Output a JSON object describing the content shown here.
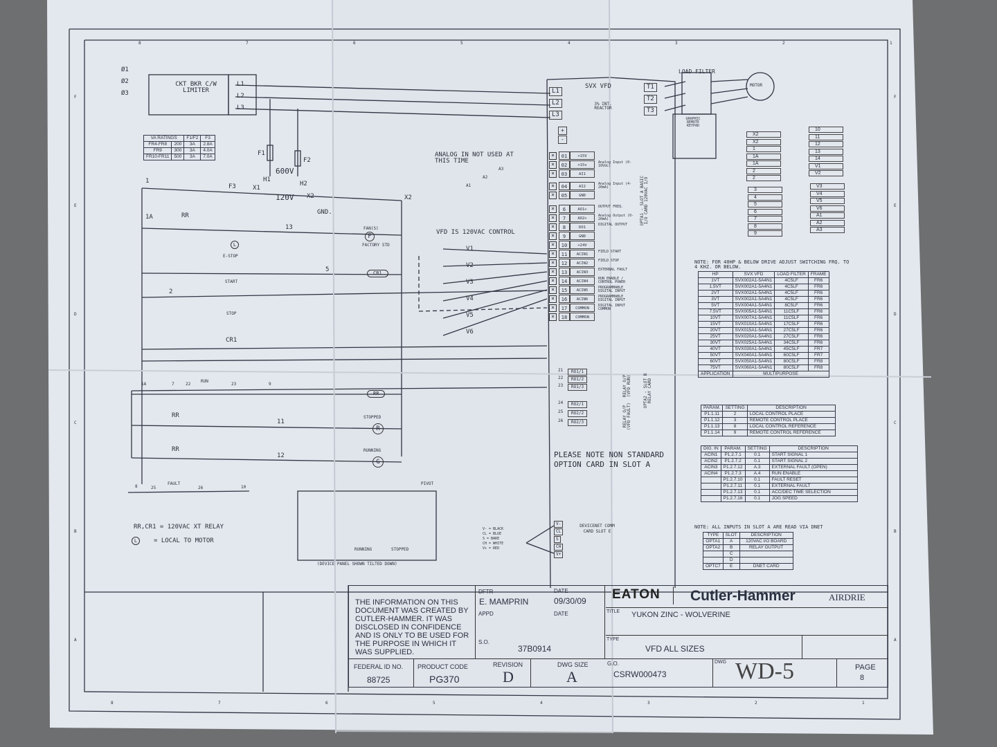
{
  "drawing": {
    "left": {
      "phases": [
        "Ø1",
        "Ø2",
        "Ø3"
      ],
      "breaker_label": "CKT BKR C/W LIMITER",
      "lines": [
        "L1",
        "L2",
        "L3"
      ],
      "va_table": {
        "headers": [
          "VA RATINGS",
          "F1/F2",
          "F3"
        ],
        "rows": [
          [
            "FR4-FR8",
            "200",
            "3A",
            "2.8A"
          ],
          [
            "FR9",
            "300",
            "3A",
            "4.0A"
          ],
          [
            "FR10-FR11",
            "500",
            "3A",
            "7.0A"
          ]
        ]
      },
      "fuses": [
        "F1",
        "F2",
        "F3"
      ],
      "transformer": {
        "h1": "H1",
        "h2": "H2",
        "primary": "600V",
        "secondary": "120V",
        "x1": "X1",
        "x2": "X2",
        "gnd": "GND."
      },
      "nodes": [
        "1",
        "1A",
        "RR",
        "13",
        "5",
        "2",
        "X2",
        "7",
        "9",
        "11",
        "12",
        "8",
        "10"
      ],
      "fan_label": "FAN(S)",
      "fan_symbol": "F",
      "factory_std": "FACTORY STD",
      "estop": "E-STOP",
      "start": "START",
      "stop": "STOP",
      "local_symbol": "L",
      "cr1": "CR1",
      "rr": "RR",
      "run": "RUN",
      "run_terms": [
        "22",
        "23"
      ],
      "fault": "FAULT",
      "fault_terms": [
        "25",
        "26"
      ],
      "stopped": "STOPPED",
      "running": "RUNNING",
      "lamp_r": "R",
      "lamp_g": "G",
      "note_relay": "RR,CR1 = 120VAC XT RELAY",
      "note_local": "= LOCAL TO MOTOR",
      "pivot": "PIVOT",
      "panel_running": "RUNNING",
      "panel_stopped": "STOPPED",
      "panel_caption": "(DEVICE PANEL SHOWN TILTED DOWN)"
    },
    "middle": {
      "analog_note": "ANALOG IN NOT USED AT THIS TIME",
      "analog_labels": [
        "A1",
        "A2",
        "A3"
      ],
      "control_note": "VFD IS 120VAC CONTROL",
      "v_labels": [
        "V1",
        "V2",
        "V3",
        "V4",
        "V5",
        "V6"
      ],
      "option_note": "PLEASE NOTE NON STANDARD OPTION CARD IN SLOT A",
      "devicenet": {
        "colors": [
          "V- = BLACK",
          "CL = BLUE",
          "S = BARE",
          "CH = WHITE",
          "V+ = RED"
        ],
        "pins": [
          "V-",
          "CL",
          "S",
          "CH",
          "V+"
        ],
        "label": "DEVICENET COMM CARD SLOT E"
      }
    },
    "vfd": {
      "title": "SVX VFD",
      "reactor": "3% INT. REACTOR",
      "inputs": [
        "L1",
        "L2",
        "L3"
      ],
      "outputs": [
        "T1",
        "T2",
        "T3"
      ],
      "dc": [
        "+",
        "-"
      ],
      "terminals": [
        {
          "n": "01",
          "f": "+15V",
          "d": ""
        },
        {
          "n": "02",
          "f": "+15v",
          "d": "Analog Input (0-10Vdc)"
        },
        {
          "n": "03",
          "f": "AI1",
          "d": ""
        },
        {
          "n": "04",
          "f": "AI2",
          "d": "Analog Input (4-20mA)"
        },
        {
          "n": "05",
          "f": "GND",
          "d": ""
        },
        {
          "n": "6",
          "f": "AO1+",
          "d": "OUTPUT FREQ."
        },
        {
          "n": "7",
          "f": "AO2+",
          "d": "Analog Output (0-20mA)"
        },
        {
          "n": "8",
          "f": "DO1",
          "d": "DIGITAL OUTPUT"
        },
        {
          "n": "9",
          "f": "GND",
          "d": ""
        },
        {
          "n": "10",
          "f": "+24V",
          "d": ""
        },
        {
          "n": "11",
          "f": "ACIN1",
          "d": "FIELD START"
        },
        {
          "n": "12",
          "f": "ACIN2",
          "d": "FIELD STOP"
        },
        {
          "n": "13",
          "f": "ACIN3",
          "d": "EXTERNAL FAULT"
        },
        {
          "n": "14",
          "f": "ACIN4",
          "d": "RUN ENABLE / CONTROL POWER"
        },
        {
          "n": "15",
          "f": "ACIN5",
          "d": "PROGRAMMABLE DIGITAL INPUT"
        },
        {
          "n": "16",
          "f": "ACIN6",
          "d": "PROGRAMMABLE DIGITAL INPUT"
        },
        {
          "n": "17",
          "f": "COMMON",
          "d": "DIGITAL INPUT COMMON"
        },
        {
          "n": "18",
          "f": "COMMON",
          "d": ""
        }
      ],
      "slot_a_label": "OPTA1 - SLOT A BASIC I/O CARD 120VAC I/O",
      "relays1": [
        {
          "n": "21",
          "f": "RO1/1"
        },
        {
          "n": "22",
          "f": "RO1/2"
        },
        {
          "n": "23",
          "f": "RO1/3"
        }
      ],
      "relays2": [
        {
          "n": "24",
          "f": "RO2/1"
        },
        {
          "n": "25",
          "f": "RO2/2"
        },
        {
          "n": "26",
          "f": "RO2/3"
        }
      ],
      "relay1_label": "RELAY O/P (VFD RUN)",
      "relay2_label": "RELAY O/P (VFD FAULT)",
      "slot_b_label": "OPTA2 - SLOT B RELAY CARD"
    },
    "right": {
      "load_filter": "LOAD FILTER",
      "motor": "MOTOR",
      "keypad": "GRAPHIC REMOTE KEYPAD",
      "tb1": [
        "X2",
        "X2",
        "1",
        "1A",
        "1A",
        "2",
        "2"
      ],
      "tb2": [
        "3",
        "4",
        "5",
        "6",
        "7",
        "8",
        "9"
      ],
      "tb3": [
        "10",
        "11",
        "12",
        "13",
        "14",
        "V1",
        "V2"
      ],
      "tb4": [
        "V3",
        "V4",
        "V5",
        "V6",
        "A1",
        "A2",
        "A3"
      ],
      "hp_note": "NOTE: FOR 40HP & BELOW DRIVE ADJUST SWITCHING FRQ. TO 4 KHZ. OR BELOW.",
      "hp_table": {
        "headers": [
          "HP",
          "SVX VFD",
          "LOAD FILTER",
          "FRAME"
        ],
        "rows": [
          [
            "1VT",
            "SVX002A1-5A4N1",
            "4C5LF",
            "FR6"
          ],
          [
            "1.5VT",
            "SVX002A1-5A4N1",
            "4C5LF",
            "FR6"
          ],
          [
            "2VT",
            "SVX002A1-5A4N1",
            "4C5LF",
            "FR6"
          ],
          [
            "3VT",
            "SVX002A1-5A4N1",
            "4C5LF",
            "FR6"
          ],
          [
            "5VT",
            "SVX004A1-5A4N1",
            "8C5LF",
            "FR6"
          ],
          [
            "7.5VT",
            "SVX005A1-5A4N1",
            "11C5LF",
            "FR6"
          ],
          [
            "10VT",
            "SVX007A1-5A4N1",
            "11C5LF",
            "FR6"
          ],
          [
            "15VT",
            "SVX010A1-5A4N1",
            "17C5LF",
            "FR6"
          ],
          [
            "20VT",
            "SVX015A1-5A4N1",
            "27C5LF",
            "FR6"
          ],
          [
            "25VT",
            "SVX020A1-5A4N1",
            "27C5LF",
            "FR6"
          ],
          [
            "30VT",
            "SVX025A1-5A4N1",
            "34C5LF",
            "FR6"
          ],
          [
            "40VT",
            "SVX030A1-5A4N1",
            "45C5LF",
            "FR7"
          ],
          [
            "50VT",
            "SVX040A1-5A4N1",
            "60C5LF",
            "FR7"
          ],
          [
            "60VT",
            "SVX050A1-5A4N1",
            "80C5LF",
            "FR8"
          ],
          [
            "75VT",
            "SVX060A1-5A4N1",
            "80C5LF",
            "FR8"
          ]
        ],
        "application_label": "APPLICATION",
        "application_value": "MULTIPURPOSE"
      },
      "param_table": {
        "headers": [
          "PARAM.",
          "SETTING",
          "DESCRIPTION"
        ],
        "rows": [
          [
            "P1.1.11",
            "2",
            "LOCAL CONTROL PLACE"
          ],
          [
            "P1.1.12",
            "3",
            "REMOTE CONTROL PLACE"
          ],
          [
            "P1.1.13",
            "8",
            "LOCAL CONTROL REFERENCE"
          ],
          [
            "P1.1.14",
            "9",
            "REMOTE CONTROL REFERENCE"
          ]
        ]
      },
      "dig_table": {
        "headers": [
          "DIG. IN",
          "PARAM.",
          "SETTING",
          "DESCRIPTION"
        ],
        "rows": [
          [
            "ACIN1",
            "P1.2.7.1",
            "0.1",
            "START SIGNAL 1"
          ],
          [
            "ACIN2",
            "P1.2.7.2",
            "0.1",
            "START SIGNAL 2"
          ],
          [
            "ACIN3",
            "P1.2.7.12",
            "A.3",
            "EXTERNAL FAULT (OPEN)"
          ],
          [
            "ACIN4",
            "P1.2.7.3",
            "A.4",
            "RUN ENABLE"
          ],
          [
            "",
            "P1.2.7.10",
            "0.1",
            "FAULT RESET"
          ],
          [
            "",
            "P1.2.7.11",
            "0.1",
            "EXTERNAL FAULT"
          ],
          [
            "",
            "P1.2.7.13",
            "0.1",
            "ACC/DEC TIME SELECTION"
          ],
          [
            "",
            "P1.2.7.16",
            "0.1",
            "JOG SPEED"
          ]
        ]
      },
      "slot_note": "NOTE: ALL INPUTS IN SLOT A ARE READ VIA DNET",
      "slot_table": {
        "headers": [
          "TYPE",
          "SLOT",
          "DESCRIPTION"
        ],
        "rows": [
          [
            "OPTA1",
            "A",
            "120VAC I/O BOARD"
          ],
          [
            "OPTA2",
            "B",
            "RELAY OUTPUT"
          ],
          [
            "",
            "C",
            ""
          ],
          [
            "",
            "D",
            ""
          ],
          [
            "OPTC7",
            "E",
            "DNET CARD"
          ]
        ]
      }
    },
    "grid": {
      "top": [
        "8",
        "7",
        "6",
        "5",
        "4",
        "3",
        "2",
        "1"
      ],
      "side": [
        "F",
        "E",
        "D",
        "C",
        "B",
        "A"
      ]
    }
  },
  "title_block": {
    "disclaimer": "THE INFORMATION ON THIS DOCUMENT WAS CREATED BY CUTLER-HAMMER. IT WAS DISCLOSED IN CONFIDENCE AND IS ONLY TO BE USED FOR THE PURPOSE IN WHICH IT WAS SUPPLIED.",
    "dftr_label": "DFTR",
    "dftr": "E. MAMPRIN",
    "date_label": "DATE",
    "date": "09/30/09",
    "appd_label": "APPD",
    "date2_label": "DATE",
    "so_label": "S.O.",
    "so": "37B0914",
    "logo": "EATON",
    "brand": "Cutler-Hammer",
    "location": "AIRDRIE",
    "title_label": "TITLE",
    "title": "YUKON ZINC - WOLVERINE",
    "type_label": "TYPE",
    "type": "VFD ALL SIZES",
    "federal_label": "FEDERAL ID NO.",
    "federal": "88725",
    "product_label": "PRODUCT CODE",
    "product": "PG370",
    "revision_label": "REVISION",
    "revision": "D",
    "dwgsize_label": "DWG SIZE",
    "dwgsize": "A",
    "go_label": "G.O.",
    "go": "CSRW000473",
    "dwg_label": "DWG",
    "dwg": "WD-5",
    "page_label": "PAGE",
    "page": "8"
  }
}
